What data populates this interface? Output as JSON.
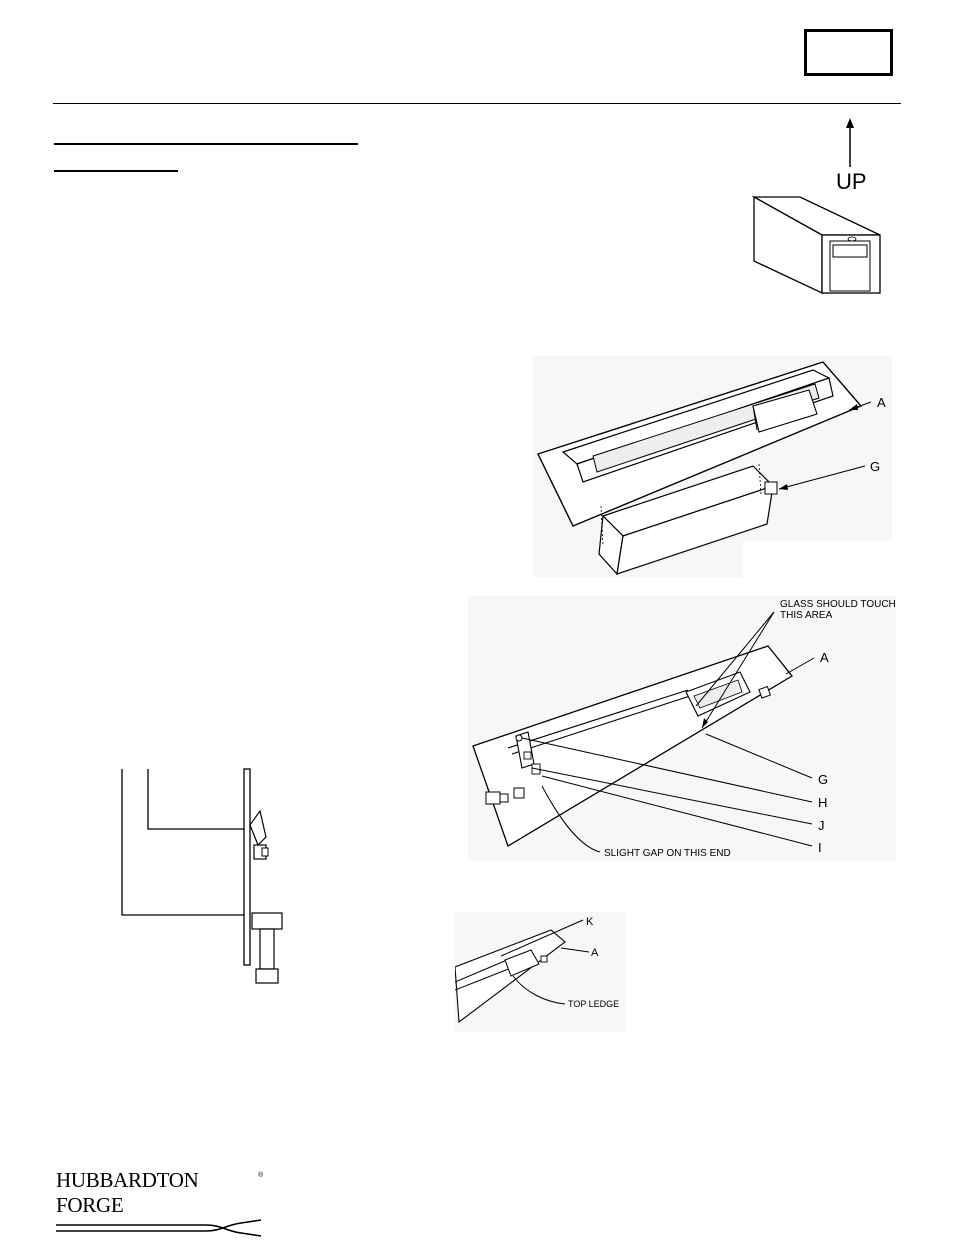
{
  "up_label": "UP",
  "labels": {
    "a": "A",
    "g": "G",
    "h": "H",
    "j": "J",
    "i": "I",
    "k": "K"
  },
  "callouts": {
    "glass_touch_line1": "GLASS SHOULD TOUCH",
    "glass_touch_line2": "THIS AREA",
    "slight_gap": "SLIGHT GAP ON THIS END",
    "top_ledge": "TOP LEDGE"
  },
  "logo": {
    "text": "HUBBARDTON FORGE",
    "mark": "®"
  }
}
